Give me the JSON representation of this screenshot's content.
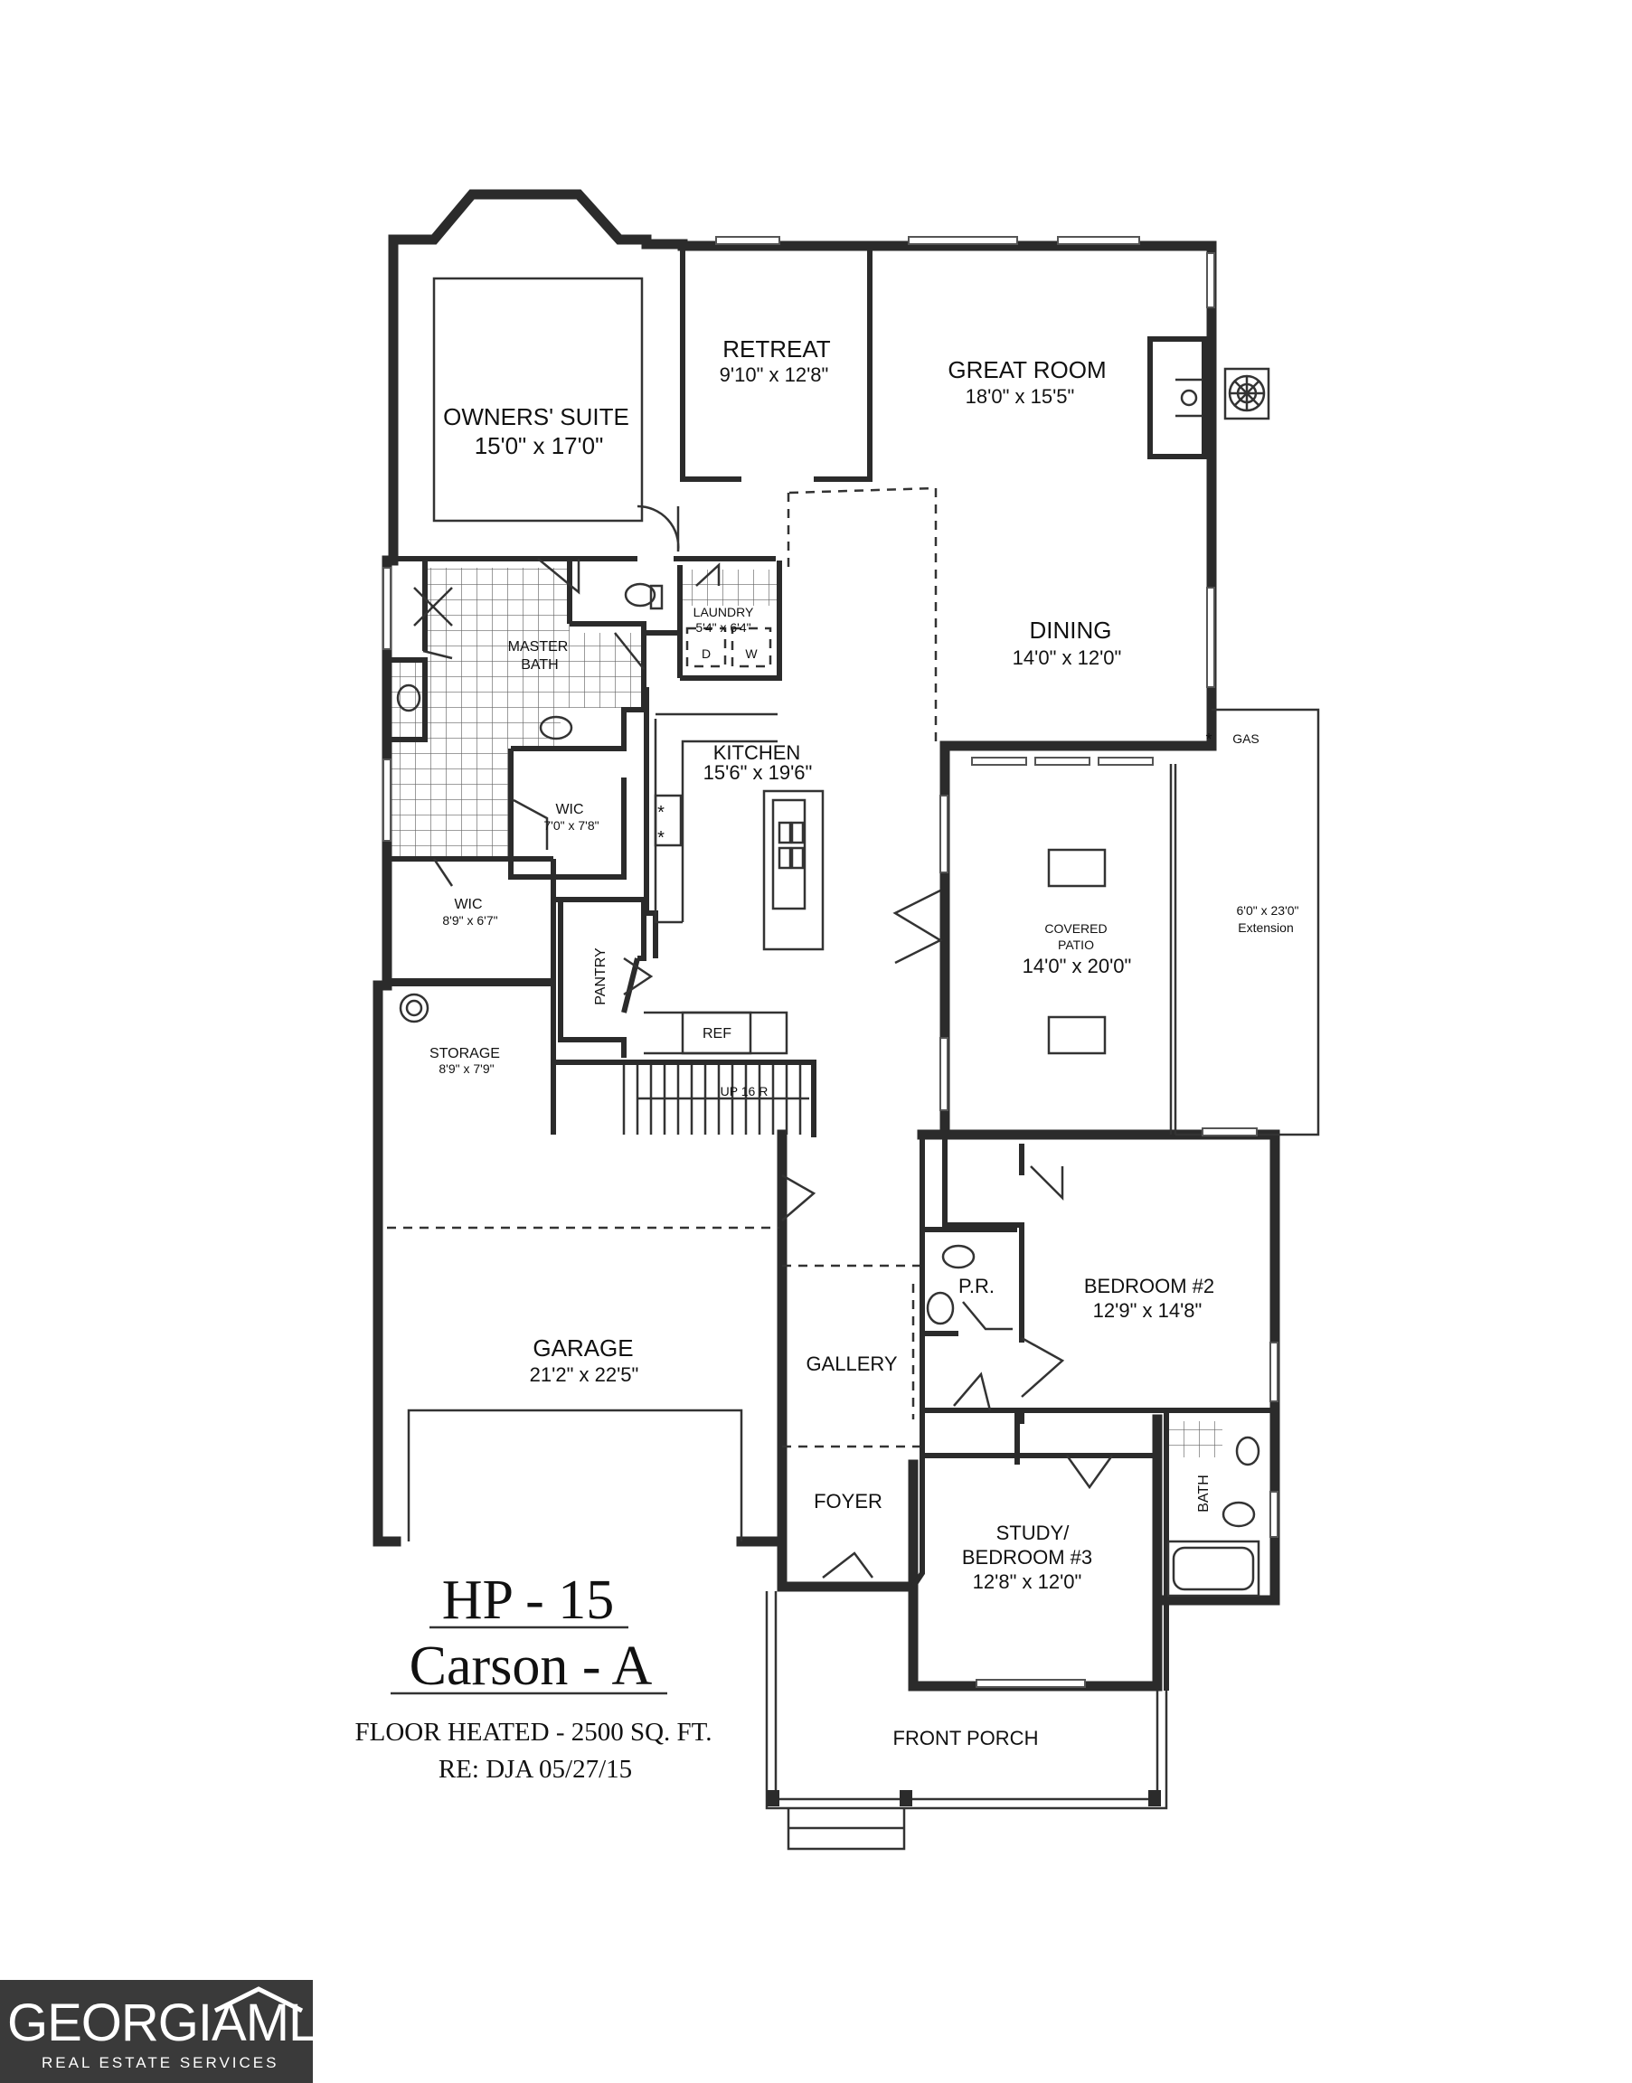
{
  "rooms": {
    "owners_suite": {
      "name": "OWNERS' SUITE",
      "size": "15'0\" x 17'0\""
    },
    "retreat": {
      "name": "RETREAT",
      "size": "9'10\" x 12'8\""
    },
    "great_room": {
      "name": "GREAT ROOM",
      "size": "18'0\" x 15'5\""
    },
    "master_bath": {
      "name_line1": "MASTER",
      "name_line2": "BATH"
    },
    "laundry": {
      "name": "LAUNDRY",
      "size": "5'4\" x 6'4\"",
      "dryer": "D",
      "washer": "W"
    },
    "dining": {
      "name": "DINING",
      "size": "14'0\" x 12'0\""
    },
    "kitchen": {
      "name": "KITCHEN",
      "size": "15'6\" x 19'6\""
    },
    "wic1": {
      "name": "WIC",
      "size": "7'0\" x 7'8\""
    },
    "wic2": {
      "name": "WIC",
      "size": "8'9\" x 6'7\""
    },
    "pantry": {
      "name": "PANTRY"
    },
    "ref": {
      "name": "REF"
    },
    "stairs": {
      "name": "UP 16 R"
    },
    "covered_patio": {
      "name_line1": "COVERED",
      "name_line2": "PATIO",
      "size": "14'0\" x 20'0\""
    },
    "extension": {
      "size": "6'0\" x 23'0\"",
      "name": "Extension"
    },
    "gas": {
      "name": "GAS"
    },
    "storage": {
      "name": "STORAGE",
      "size": "8'9\" x 7'9\""
    },
    "garage": {
      "name": "GARAGE",
      "size": "21'2\" x 22'5\""
    },
    "gallery": {
      "name": "GALLERY"
    },
    "powder_room": {
      "name": "P.R."
    },
    "bedroom2": {
      "name": "BEDROOM #2",
      "size": "12'9\" x 14'8\""
    },
    "bath": {
      "name": "BATH"
    },
    "foyer": {
      "name": "FOYER"
    },
    "study": {
      "name_line1": "STUDY/",
      "name_line2": "BEDROOM #3",
      "size": "12'8\" x 12'0\""
    },
    "front_porch": {
      "name": "FRONT PORCH"
    }
  },
  "title_block": {
    "plan_code": "HP - 15",
    "plan_name": "Carson - A",
    "floor_heated": "FLOOR HEATED - 2500 SQ. FT.",
    "revision": "RE:  DJA  05/27/15"
  },
  "logo": {
    "text": "GEORGIAMLS",
    "tagline": "REAL ESTATE SERVICES"
  }
}
